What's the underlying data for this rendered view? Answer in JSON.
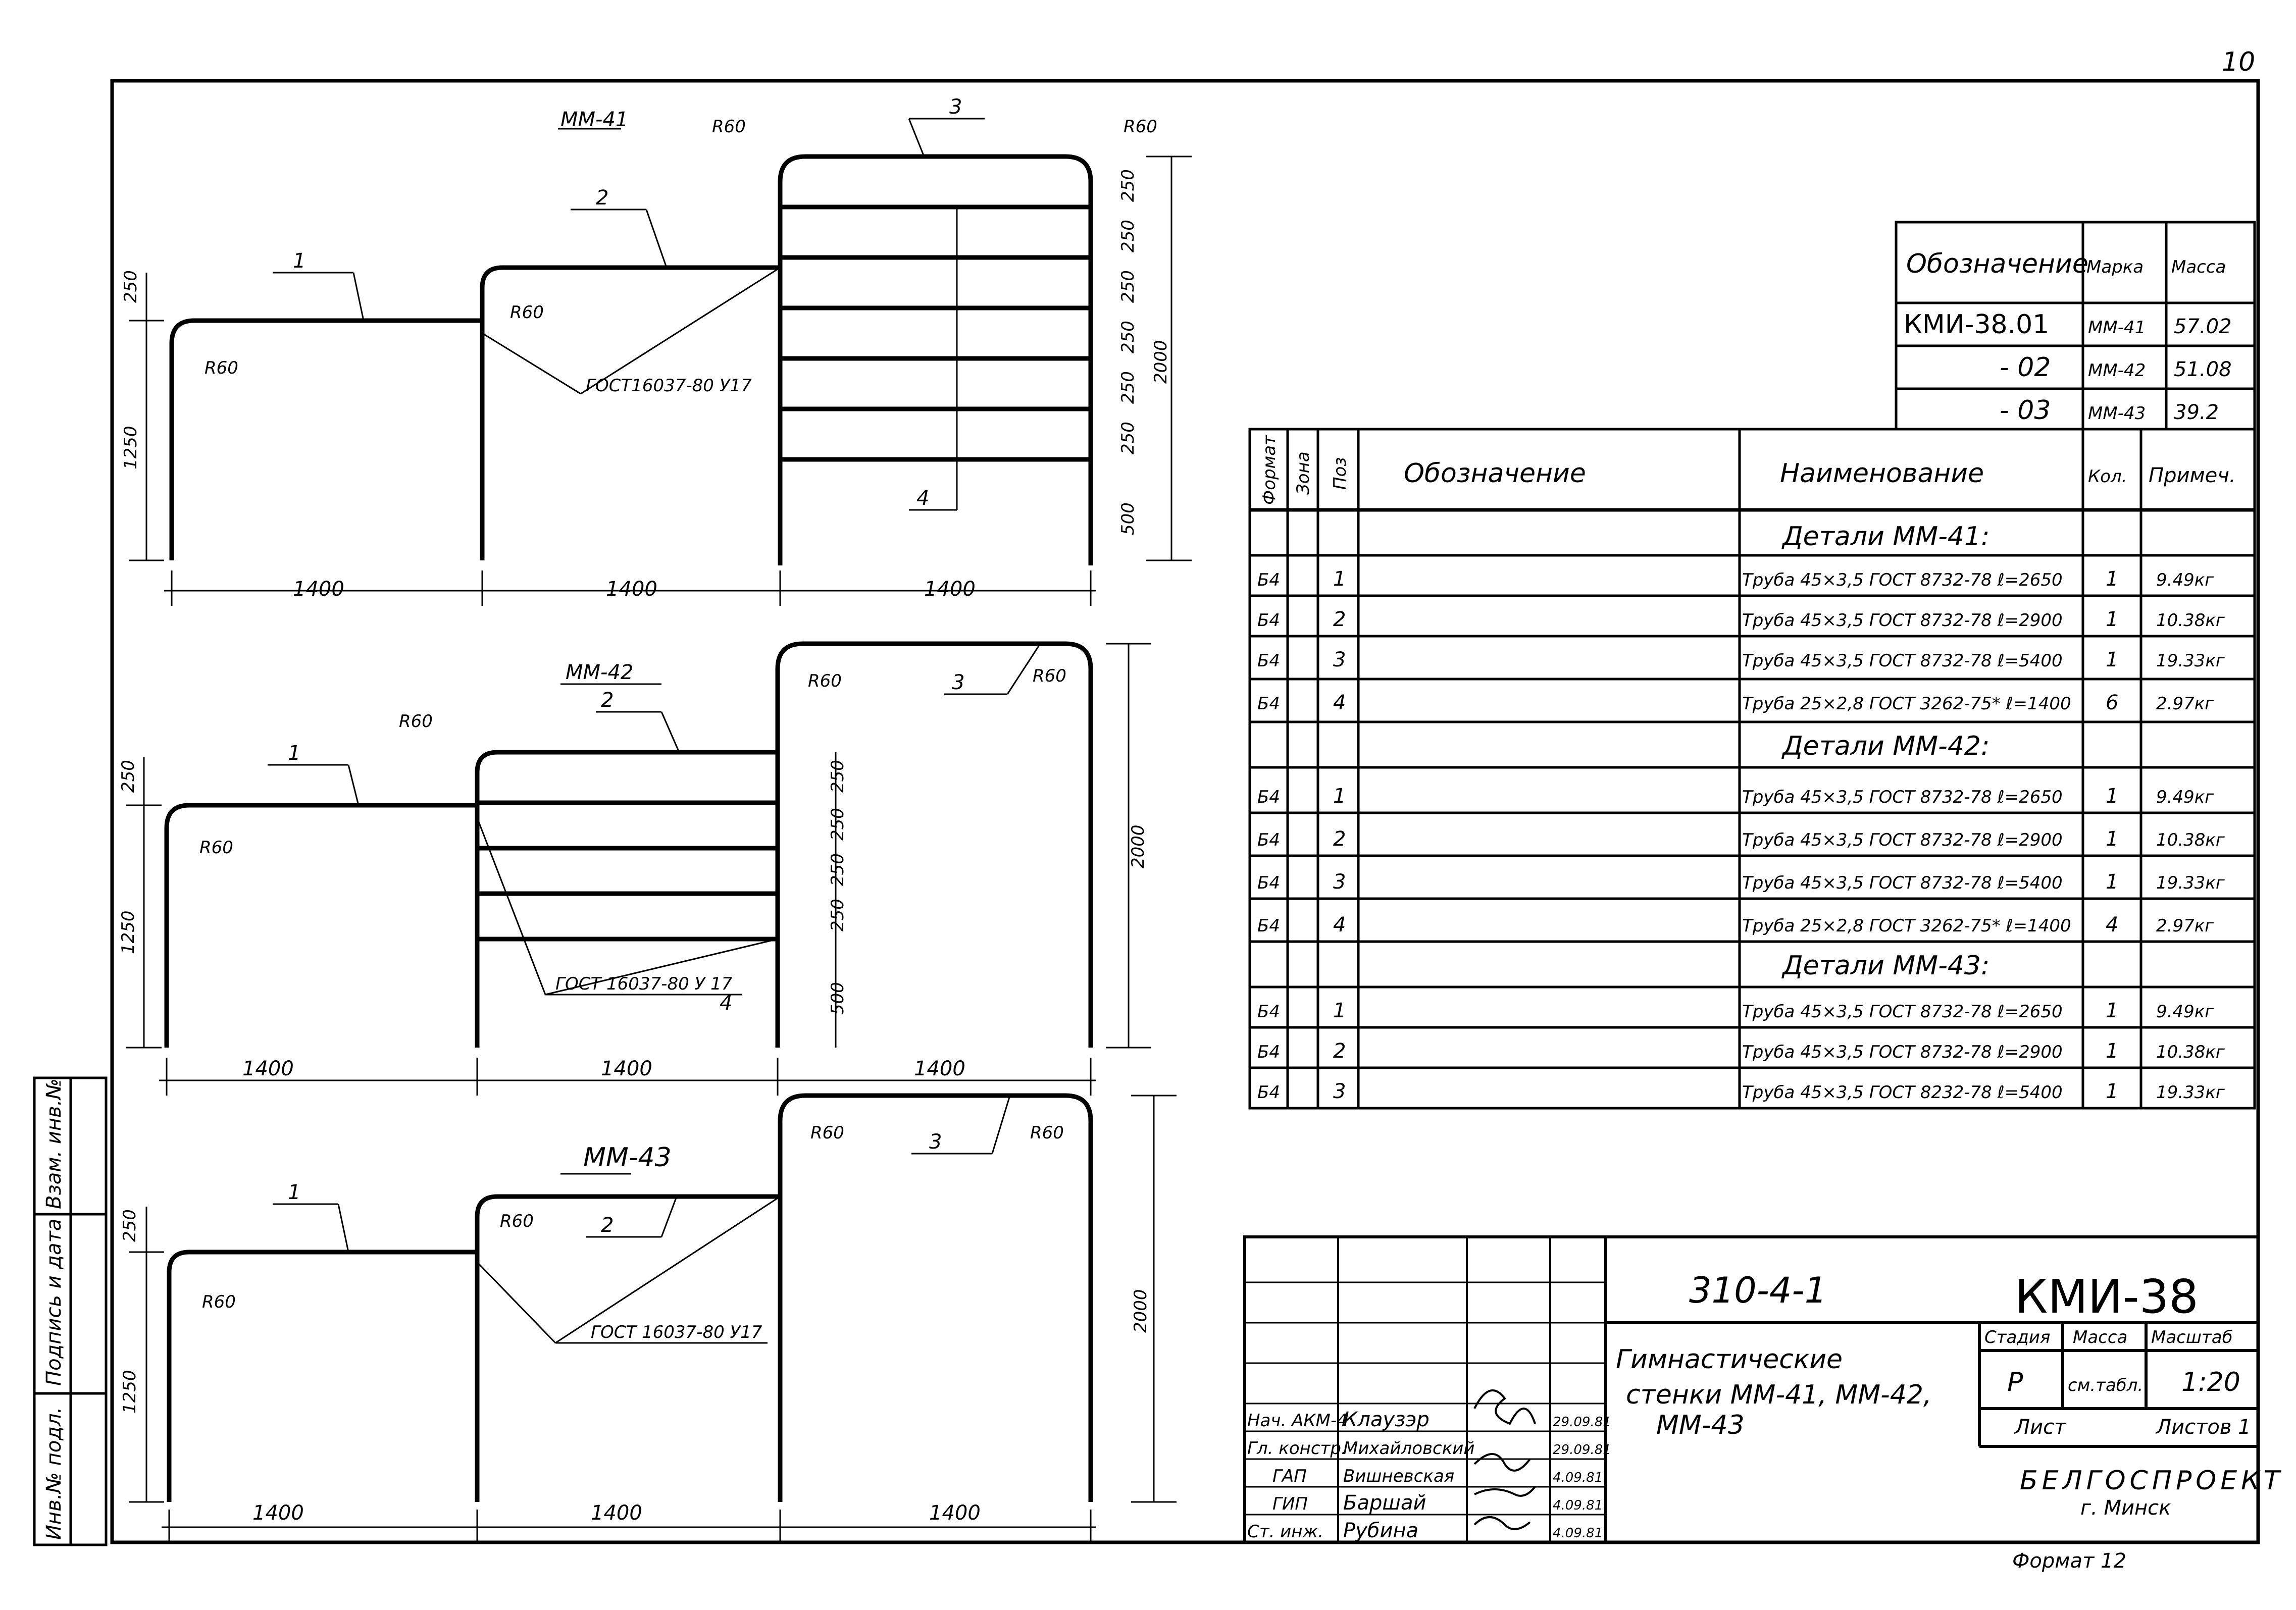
{
  "page_number": "10",
  "frames": [
    {
      "mark": "ММ-41",
      "pipe_tags": [
        "1",
        "2",
        "3",
        "4"
      ],
      "radius_labels": [
        "R60",
        "R60",
        "R60",
        "R60"
      ],
      "gost": "ГОСТ16037-80 У17",
      "dim_h": [
        "250",
        "1250"
      ],
      "dim_h3": [
        "250",
        "250",
        "250",
        "250",
        "250",
        "250",
        "500"
      ],
      "dim_total": "2000",
      "spans": [
        "1400",
        "1400",
        "1400"
      ]
    },
    {
      "mark": "ММ-42",
      "pipe_tags": [
        "1",
        "2",
        "3",
        "4"
      ],
      "radius_labels": [
        "R60",
        "R60",
        "R60",
        "R60"
      ],
      "gost": "ГОСТ 16037-80 У 17",
      "dim_h": [
        "250",
        "1250"
      ],
      "dim_h2": [
        "250",
        "250",
        "250",
        "250",
        "500"
      ],
      "dim_total": "2000",
      "spans": [
        "1400",
        "1400",
        "1400"
      ]
    },
    {
      "mark": "ММ-43",
      "pipe_tags": [
        "1",
        "2",
        "3"
      ],
      "radius_labels": [
        "R60",
        "R60",
        "R60",
        "R60"
      ],
      "gost": "ГОСТ 16037-80 У17",
      "dim_h": [
        "250",
        "1250"
      ],
      "dim_total": "2000",
      "spans": [
        "1400",
        "1400",
        "1400"
      ]
    }
  ],
  "mass_table": {
    "headers": [
      "Обозначение",
      "Марка",
      "Масса"
    ],
    "rows": [
      [
        "КМИ-38.01",
        "ММ-41",
        "57.02"
      ],
      [
        "- 02",
        "ММ-42",
        "51.08"
      ],
      [
        "- 03",
        "ММ-43",
        "39.2"
      ]
    ]
  },
  "spec": {
    "headers": [
      "Формат",
      "Зона",
      "Поз",
      "Обозначение",
      "Наименование",
      "Кол.",
      "Примеч."
    ],
    "groups": [
      {
        "title": "Детали ММ-41:",
        "rows": [
          [
            "Б4",
            "1",
            "Труба 45×3,5 ГОСТ 8732-78 ℓ=2650",
            "1",
            "9.49кг"
          ],
          [
            "Б4",
            "2",
            "Труба 45×3,5 ГОСТ 8732-78 ℓ=2900",
            "1",
            "10.38кг"
          ],
          [
            "Б4",
            "3",
            "Труба 45×3,5 ГОСТ 8732-78 ℓ=5400",
            "1",
            "19.33кг"
          ],
          [
            "Б4",
            "4",
            "Труба 25×2,8 ГОСТ 3262-75* ℓ=1400",
            "6",
            "2.97кг"
          ]
        ]
      },
      {
        "title": "Детали ММ-42:",
        "rows": [
          [
            "Б4",
            "1",
            "Труба 45×3,5 ГОСТ 8732-78 ℓ=2650",
            "1",
            "9.49кг"
          ],
          [
            "Б4",
            "2",
            "Труба 45×3,5 ГОСТ 8732-78 ℓ=2900",
            "1",
            "10.38кг"
          ],
          [
            "Б4",
            "3",
            "Труба 45×3,5 ГОСТ 8732-78 ℓ=5400",
            "1",
            "19.33кг"
          ],
          [
            "Б4",
            "4",
            "Труба 25×2,8 ГОСТ 3262-75* ℓ=1400",
            "4",
            "2.97кг"
          ]
        ]
      },
      {
        "title": "Детали ММ-43:",
        "rows": [
          [
            "Б4",
            "1",
            "Труба 45×3,5 ГОСТ 8732-78 ℓ=2650",
            "1",
            "9.49кг"
          ],
          [
            "Б4",
            "2",
            "Труба 45×3,5 ГОСТ 8732-78 ℓ=2900",
            "1",
            "10.38кг"
          ],
          [
            "Б4",
            "3",
            "Труба 45×3,5 ГОСТ 8232-78 ℓ=5400",
            "1",
            "19.33кг"
          ]
        ]
      }
    ]
  },
  "title_block": {
    "project": "310-4-1",
    "code": "КМИ-38",
    "description": [
      "Гимнастические",
      "стенки ММ-41, ММ-42,",
      "ММ-43"
    ],
    "stage_label": "Стадия",
    "mass_label": "Масса",
    "scale_label": "Масштаб",
    "stage": "Р",
    "mass": "см.табл.",
    "scale": "1:20",
    "sheet_label": "Лист",
    "sheets_label": "Листов 1",
    "org": "БЕЛГОСПРОЕКТ",
    "city": "г. Минск",
    "format": "Формат 12",
    "signatures": [
      {
        "role": "Нач. АКМ-4",
        "name": "Клаузэр",
        "date": "29.09.81"
      },
      {
        "role": "Гл. констр.",
        "name": "Михайловский",
        "date": "29.09.81"
      },
      {
        "role": "ГАП",
        "name": "Вишневская",
        "date": "4.09.81"
      },
      {
        "role": "ГИП",
        "name": "Баршай",
        "date": "4.09.81"
      },
      {
        "role": "Ст. инж.",
        "name": "Рубина",
        "date": "4.09.81"
      }
    ]
  },
  "side_stamp": [
    "Инв.№ подл.",
    "Подпись и дата",
    "Взам. инв.№"
  ]
}
